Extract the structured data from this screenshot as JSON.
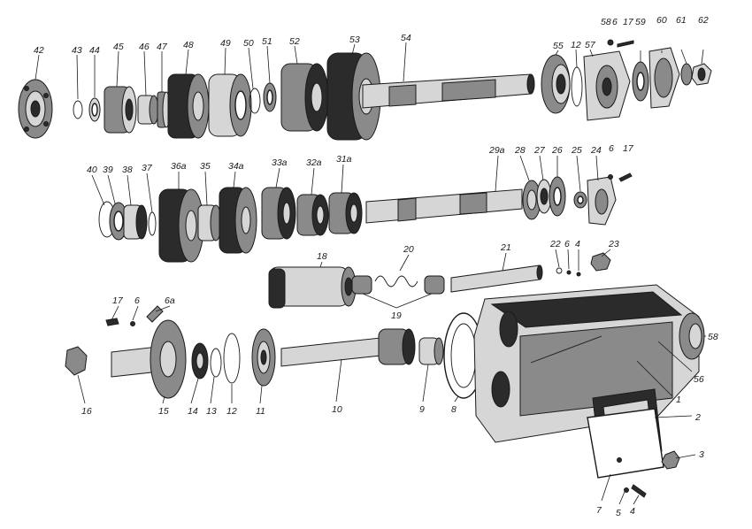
{
  "callouts": {
    "c42": "42",
    "c43": "43",
    "c44": "44",
    "c45": "45",
    "c46": "46",
    "c47": "47",
    "c48": "48",
    "c49": "49",
    "c50": "50",
    "c51": "51",
    "c52": "52",
    "c53": "53",
    "c54": "54",
    "c55": "55",
    "c12a": "12",
    "c57": "57",
    "c58a": "58",
    "c6a": "6",
    "c17a": "17",
    "c59": "59",
    "c60": "60",
    "c61": "61",
    "c62": "62",
    "c40": "40",
    "c39": "39",
    "c38": "38",
    "c37": "37",
    "c36a": "36a",
    "c35": "35",
    "c34a": "34a",
    "c33a": "33a",
    "c32a": "32a",
    "c31a": "31a",
    "c29a": "29a",
    "c28": "28",
    "c27": "27",
    "c26": "26",
    "c25": "25",
    "c24": "24",
    "c6b": "6",
    "c17b": "17",
    "c18": "18",
    "c20": "20",
    "c21": "21",
    "c19": "19",
    "c22": "22",
    "c6c": "6",
    "c4a": "4",
    "c23": "23",
    "c17c": "17",
    "c6d": "6",
    "c6a_part": "6a",
    "c16": "16",
    "c15": "15",
    "c14": "14",
    "c13": "13",
    "c12b": "12",
    "c11": "11",
    "c10": "10",
    "c9": "9",
    "c8": "8",
    "c58b": "58",
    "c56": "56",
    "c1": "1",
    "c2": "2",
    "c3": "3",
    "c7": "7",
    "c5": "5",
    "c4b": "4"
  }
}
